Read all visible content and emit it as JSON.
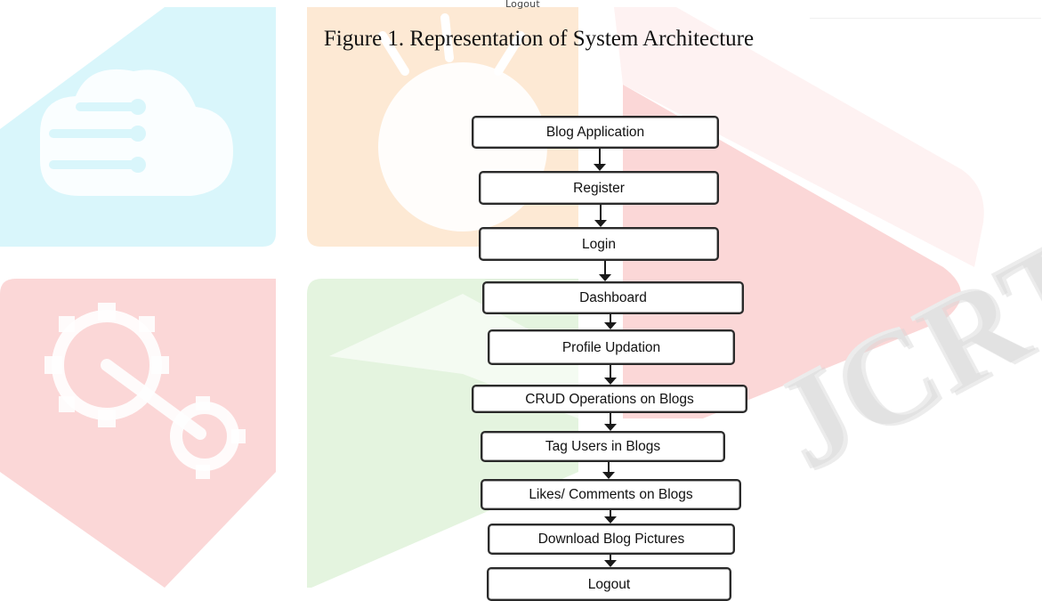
{
  "page": {
    "top_label": "Logout",
    "caption": "Figure 1. Representation of System Architecture",
    "watermark_text": "JCRT"
  },
  "flowchart": {
    "nodes": [
      {
        "id": "blog-application",
        "label": "Blog Application"
      },
      {
        "id": "register",
        "label": "Register"
      },
      {
        "id": "login",
        "label": "Login"
      },
      {
        "id": "dashboard",
        "label": "Dashboard"
      },
      {
        "id": "profile-updation",
        "label": "Profile Updation"
      },
      {
        "id": "crud-operations",
        "label": "CRUD Operations on Blogs"
      },
      {
        "id": "tag-users",
        "label": "Tag Users in Blogs"
      },
      {
        "id": "likes-comments",
        "label": "Likes/ Comments on Blogs"
      },
      {
        "id": "download-pictures",
        "label": "Download Blog Pictures"
      },
      {
        "id": "logout",
        "label": "Logout"
      }
    ],
    "edges": [
      {
        "from": "blog-application",
        "to": "register"
      },
      {
        "from": "register",
        "to": "login"
      },
      {
        "from": "login",
        "to": "dashboard"
      },
      {
        "from": "dashboard",
        "to": "profile-updation"
      },
      {
        "from": "profile-updation",
        "to": "crud-operations"
      },
      {
        "from": "crud-operations",
        "to": "tag-users"
      },
      {
        "from": "tag-users",
        "to": "likes-comments"
      },
      {
        "from": "likes-comments",
        "to": "download-pictures"
      },
      {
        "from": "download-pictures",
        "to": "logout"
      }
    ]
  },
  "colors": {
    "wm_cyan": "#d9f6fb",
    "wm_orange": "#fde9d4",
    "wm_red": "#fbd7d7",
    "wm_green": "#e4f4df",
    "node_border": "#2a2a2a",
    "arrow": "#1a1a1a"
  }
}
